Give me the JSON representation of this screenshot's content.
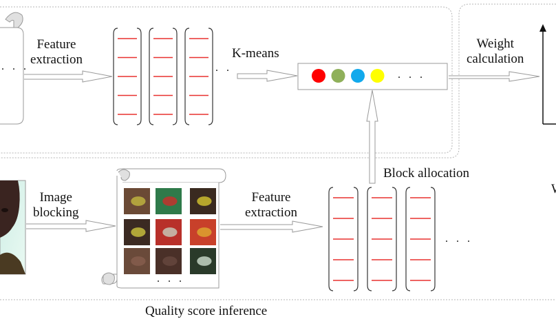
{
  "diagram": {
    "top_row": {
      "feature_extraction_label": [
        "Feature",
        "extraction"
      ],
      "kmeans_label": "K-means",
      "weight_calculation_label": [
        "Weight",
        "calculation"
      ],
      "scroll_ellipsis": ". . .",
      "feature_vectors_ellipsis": ". .",
      "cluster_ellipsis": ". . .",
      "cluster_colors": [
        "#ff0000",
        "#8fb05a",
        "#12a9ec",
        "#ffff00"
      ],
      "feature_vector_count": 3,
      "feature_rows_per_vector": 5
    },
    "bottom_row": {
      "image_blocking_label": [
        "Image",
        "blocking"
      ],
      "feature_extraction_label": [
        "Feature",
        "extraction"
      ],
      "block_allocation_label": "Block allocation",
      "blocks_ellipsis": ". . .",
      "vectors_ellipsis": ". . .",
      "block_grid": {
        "rows": 3,
        "cols": 3
      },
      "feature_vector_count": 3,
      "feature_rows_per_vector": 5
    },
    "footer_label": "Quality score inference",
    "right_edge_label": "W",
    "colors": {
      "feature_line": "#e8302f",
      "arrow_stroke": "#9a9a9a",
      "dashed_border": "#b5b5b5",
      "bracket": "#333333"
    }
  }
}
